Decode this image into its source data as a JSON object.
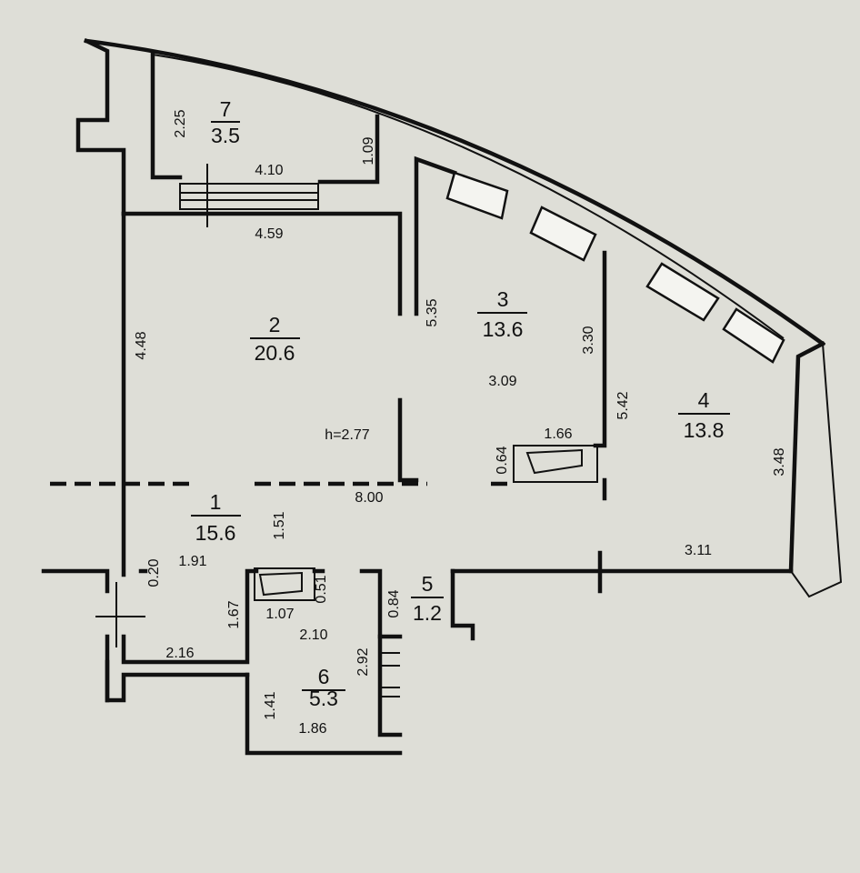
{
  "rooms": {
    "r1": {
      "number": "1",
      "area": "15.6"
    },
    "r2": {
      "number": "2",
      "area": "20.6"
    },
    "r3": {
      "number": "3",
      "area": "13.6"
    },
    "r4": {
      "number": "4",
      "area": "13.8"
    },
    "r5": {
      "number": "5",
      "area": "1.2"
    },
    "r6": {
      "number": "6",
      "area": "5.3"
    },
    "r7": {
      "number": "7",
      "area": "3.5"
    }
  },
  "dimensions": {
    "d_2_25": "2.25",
    "d_4_10": "4.10",
    "d_1_09": "1.09",
    "d_4_59": "4.59",
    "d_4_48": "4.48",
    "d_5_35": "5.35",
    "d_3_30": "3.30",
    "d_3_09": "3.09",
    "d_5_42": "5.42",
    "d_3_48": "3.48",
    "d_1_66": "1.66",
    "d_0_64": "0.64",
    "d_8_00": "8.00",
    "d_1_51": "1.51",
    "d_3_11": "3.11",
    "d_0_20": "0.20",
    "d_1_91": "1.91",
    "d_1_67": "1.67",
    "d_1_07": "1.07",
    "d_0_51": "0.51",
    "d_2_10": "2.10",
    "d_0_84": "0.84",
    "d_2_92": "2.92",
    "d_2_16": "2.16",
    "d_1_41": "1.41",
    "d_1_86": "1.86"
  },
  "ceiling_height": "h=2.77"
}
